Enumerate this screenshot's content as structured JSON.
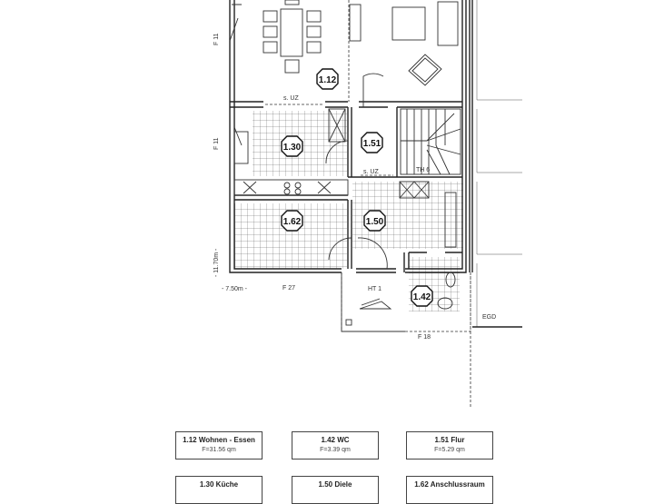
{
  "plan": {
    "rooms": [
      {
        "id": "1.12"
      },
      {
        "id": "1.30"
      },
      {
        "id": "1.51"
      },
      {
        "id": "1.62"
      },
      {
        "id": "1.50"
      },
      {
        "id": "1.42"
      }
    ],
    "annotations": {
      "uz_top": "s. UZ",
      "uz_hall": "s. UZ",
      "stair": "TH 6",
      "f11_a": "F 11",
      "f11_b": "F 11",
      "height": "- 11.70m -",
      "width": "- 7.50m -",
      "f27": "F 27",
      "ht1": "HT 1",
      "f18": "F 18",
      "egd": "EGD"
    }
  },
  "legend": [
    {
      "name": "1.12 Wohnen - Essen",
      "area": "F=31.56 qm"
    },
    {
      "name": "1.42 WC",
      "area": "F=3.39 qm"
    },
    {
      "name": "1.51 Flur",
      "area": "F=5.29 qm"
    },
    {
      "name": "1.30 Küche",
      "area": ""
    },
    {
      "name": "1.50 Diele",
      "area": ""
    },
    {
      "name": "1.62 Anschlussraum",
      "area": ""
    }
  ]
}
